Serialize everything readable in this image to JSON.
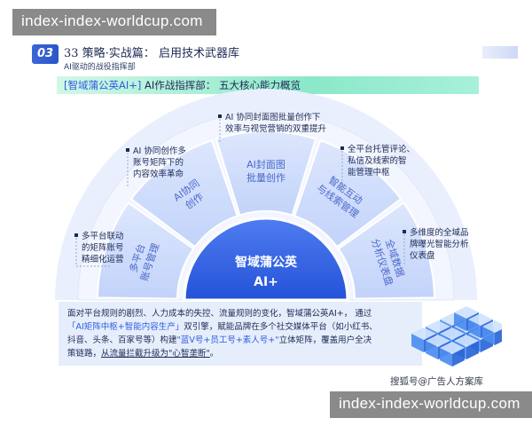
{
  "watermarks": [
    "index-index-worldcup.com",
    "index-index-worldcup.com"
  ],
  "section": {
    "number": "03",
    "title": "33 策略·实战篇： 启用技术武器库",
    "subtitle": "AI驱动的战役指挥部"
  },
  "banner": {
    "brand": "[智域蒲公英AI+]",
    "rest": " AI作战指挥部： 五大核心能力概览"
  },
  "hub": {
    "line1": "智域蒲公英",
    "line2": "AI+"
  },
  "segments": [
    {
      "line1": "多平台",
      "line2": "账号管理"
    },
    {
      "line1": "AI协同",
      "line2": "创作"
    },
    {
      "line1": "AI封面图",
      "line2": "批量创作"
    },
    {
      "line1": "智能互动",
      "line2": "与线索管理"
    },
    {
      "line1": "全域数据",
      "line2": "分析仪表盘"
    }
  ],
  "annotations": [
    {
      "lines": [
        "多平台联动",
        "的矩阵账号",
        "精细化运营"
      ]
    },
    {
      "lines": [
        "AI 协同创作多",
        "账号矩阵下的",
        "内容效率革命"
      ]
    },
    {
      "lines": [
        "AI 协同封面图批量创作下",
        "效率与视觉营销的双重提升"
      ]
    },
    {
      "lines": [
        "全平台托管评论、",
        "私信及线索的智",
        "能管理中枢"
      ]
    },
    {
      "lines": [
        "多维度的全域品",
        "牌曝光智能分析",
        "仪表盘"
      ]
    }
  ],
  "description": {
    "p1": "面对平台规则的剧烈、人力成本的失控、流量规则的变化，智域蒲公英AI+， 通过",
    "p2_blue": "「AI矩阵中枢+智能内容生产」",
    "p2_rest": "双引擎，赋能品牌在多个社交媒体平台（如小红书、",
    "p3_pre": "抖音、头条、百家号等）构建",
    "p3_blue": "\"蓝V号+员工号+素人号+\"",
    "p3_rest": "立体矩阵，覆盖用户全决",
    "p4_pre": "策链路，",
    "p4_ul": "从流量拦截升级为\"心智垄断\"",
    "p4_end": "。"
  },
  "credit": "搜狐号@广告人方案库",
  "colors": {
    "accent": "#2d5de0",
    "hub": "#2f5fe4",
    "segment": "#cfdcfb",
    "outer_ring": "#e9effd",
    "banner_green": "#8be8c9"
  }
}
